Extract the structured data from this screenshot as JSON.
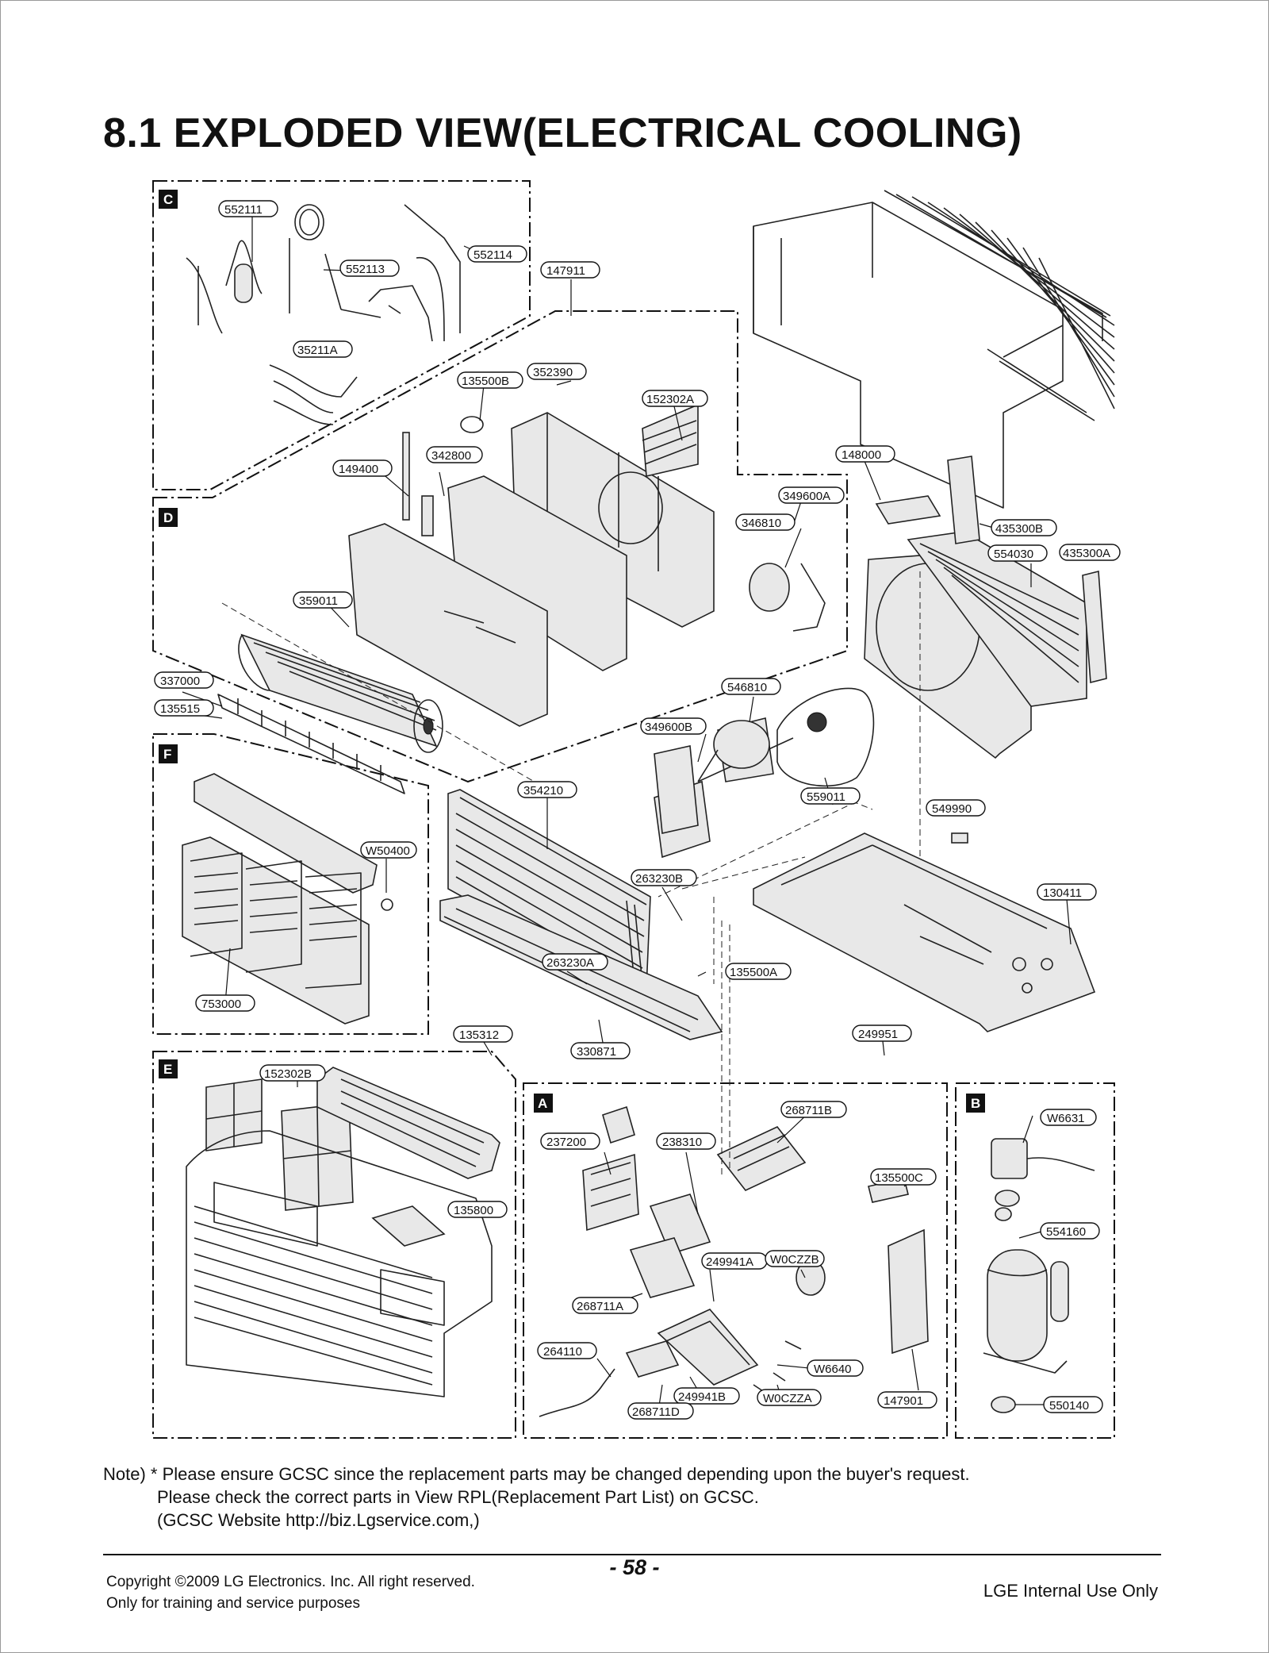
{
  "title": "8.1 EXPLODED VIEW(ELECTRICAL COOLING)",
  "sections": [
    "C",
    "D",
    "F",
    "E",
    "A",
    "B"
  ],
  "part_labels": [
    "552111",
    "552113",
    "552114",
    "147911",
    "35211A",
    "135500B",
    "352390",
    "152302A",
    "342800",
    "149400",
    "148000",
    "349600A",
    "346810",
    "435300B",
    "554030",
    "435300A",
    "359011",
    "337000",
    "135515",
    "546810",
    "349600B",
    "354210",
    "W50400",
    "559011",
    "549990",
    "263230B",
    "130411",
    "263230A",
    "135500A",
    "753000",
    "135312",
    "330871",
    "249951",
    "152302B",
    "268711B",
    "237200",
    "238310",
    "135500C",
    "135800",
    "W6631",
    "554160",
    "249941A",
    "W0CZZB",
    "268711A",
    "264110",
    "W6640",
    "249941B",
    "W0CZZA",
    "268711D",
    "147901",
    "550140"
  ],
  "note": {
    "line1": "Note) * Please ensure GCSC since the replacement parts may be changed depending upon the buyer's request.",
    "line2": "Please check  the correct parts in View RPL(Replacement Part List) on GCSC.",
    "line3": "(GCSC Website  http://biz.Lgservice.com,)"
  },
  "footer": {
    "copyright": "Copyright ©2009 LG Electronics. Inc. All right reserved.",
    "purpose": "Only for training and service purposes",
    "page": "- 58 -",
    "internal": "LGE Internal Use Only"
  }
}
